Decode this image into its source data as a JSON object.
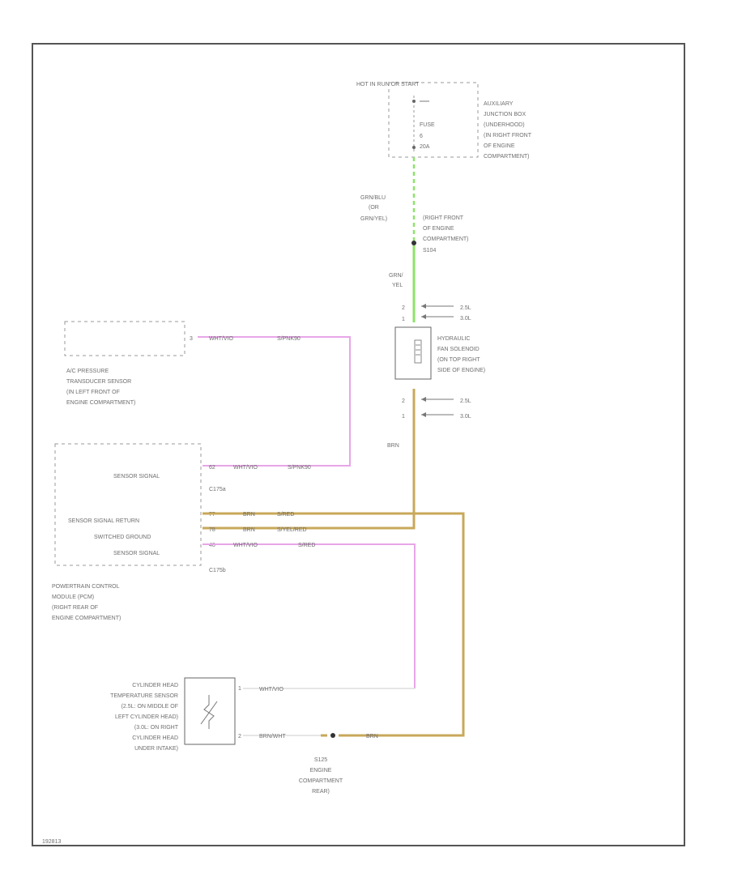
{
  "labels": {
    "hot_in_run_start": "HOT IN RUN OR START",
    "aux_junction_box": [
      "AUXILIARY",
      "JUNCTION BOX",
      "(UNDERHOOD)",
      "(IN RIGHT FRONT",
      "OF ENGINE",
      "COMPARTMENT)"
    ],
    "fuse_label": "FUSE",
    "fuse_number": "6",
    "fuse_amps": "20A",
    "wire_top_1": "GRN/BLU",
    "wire_top_2": "(OR",
    "wire_top_3": "GRN/YEL)",
    "splice_location": [
      "(RIGHT FRONT",
      "OF ENGINE",
      "COMPARTMENT)"
    ],
    "splice_id": "S104",
    "wire_grn_yel_1": "GRN/",
    "wire_grn_yel_2": "YEL",
    "pin_2_top": "2",
    "pin_1_top": "1",
    "engine_size_top_a": "2.5L",
    "engine_size_top_b": "3.0L",
    "hydraulic_fan_solenoid": [
      "HYDRAULIC",
      "FAN SOLENOID",
      "(ON TOP RIGHT",
      "SIDE OF ENGINE)"
    ],
    "pin_2_bottom": "2",
    "pin_1_bottom": "1",
    "engine_size_bot_a": "2.5L",
    "engine_size_bot_b": "3.0L",
    "wire_brn": "BRN",
    "ac_transducer_pin": "3",
    "ac_wire_color": "WHT/VIO",
    "ac_wire_circuit": "S/PNK90",
    "ac_pressure_sensor": [
      "A/C PRESSURE",
      "TRANSDUCER SENSOR",
      "(IN LEFT FRONT OF",
      "ENGINE COMPARTMENT)"
    ],
    "pcm_sensor_signal_1": "SENSOR SIGNAL",
    "pcm_pin_62": "62",
    "pcm_wire_62_color": "WHT/VIO",
    "pcm_wire_62_circuit": "S/PNK90",
    "pcm_connector_a": "C175a",
    "pcm_sensor_signal_return": "SENSOR SIGNAL RETURN",
    "pcm_pin_77": "77",
    "pcm_wire_77_color": "BRN",
    "pcm_wire_77_circuit": "S/RED",
    "pcm_switched_ground": "SWITCHED GROUND",
    "pcm_pin_78": "78",
    "pcm_wire_78_color": "BRN",
    "pcm_wire_78_circuit": "S/YEL/RED",
    "pcm_sensor_signal_2": "SENSOR SIGNAL",
    "pcm_pin_48": "48",
    "pcm_wire_48_color": "WHT/VIO",
    "pcm_wire_48_circuit": "S/RED",
    "pcm_connector_b": "C175b",
    "pcm_title": [
      "POWERTRAIN CONTROL",
      "MODULE (PCM)",
      "(RIGHT REAR OF",
      "ENGINE COMPARTMENT)"
    ],
    "cht_sensor": [
      "CYLINDER HEAD",
      "TEMPERATURE SENSOR",
      "(2.5L: ON MIDDLE OF",
      "LEFT CYLINDER HEAD)",
      "(3.0L: ON RIGHT",
      "CYLINDER HEAD",
      "UNDER INTAKE)"
    ],
    "cht_pin_1": "1",
    "cht_wire_1": "WHT/VIO",
    "cht_pin_2": "2",
    "cht_wire_2": "BRN/WHT",
    "cht_wire_right": "BRN",
    "ground_splice": [
      "S125",
      "ENGINE",
      "COMPARTMENT",
      "REAR)"
    ],
    "figure_id": "192813"
  },
  "colors": {
    "pink_wire": "#e8a6e8",
    "yellow_wire": "#c8a85a",
    "green_wire": "#8ee36a",
    "frame": "#555555"
  }
}
